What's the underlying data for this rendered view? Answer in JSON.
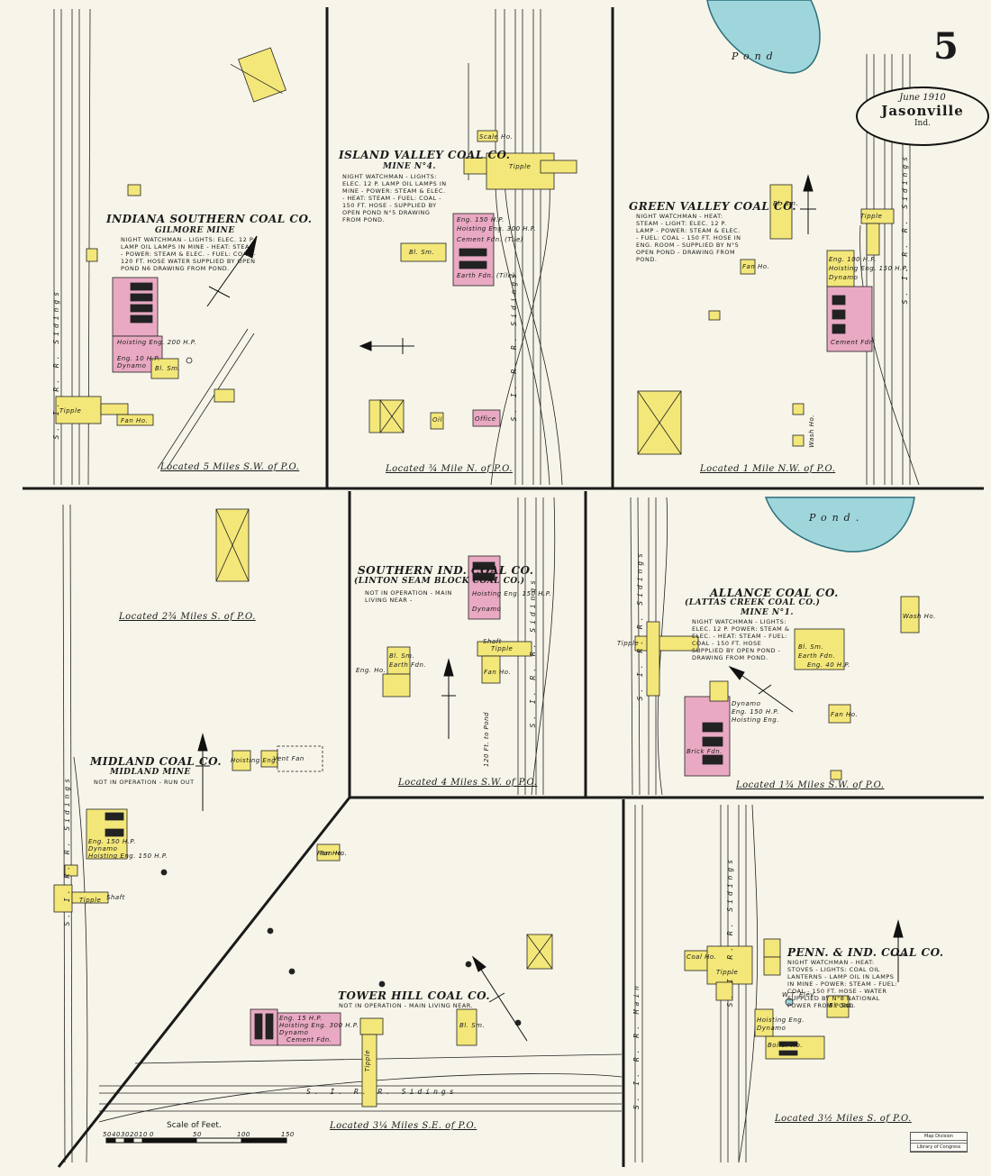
{
  "sheet": {
    "number": "5",
    "date": "June 1910",
    "city": "Jasonville",
    "state": "Ind.",
    "pond_label": "Pond",
    "pond_label_2": "Pond."
  },
  "colors": {
    "paper": "#f7f4e9",
    "frame": "#1a1a1a",
    "frame_building": "#f3e77a",
    "brick_building": "#e9a9c3",
    "water": "#9fd6dc"
  },
  "panels": {
    "indiana_southern": {
      "title": "Indiana Southern Coal Co.",
      "subtitle": "Gilmore Mine",
      "note": "Night Watchman - Lights: Elec. 12 P. Lamp  Oil Lamps in Mine - Heat: Steam - Power: Steam & Elec. - Fuel: Coal - 120 Ft. Hose  Water Supplied by Open Pond N6 Drawing From Pond.",
      "location": "Located 5 Miles S.W. of P.O.",
      "siding": "S. I. R. R. Sidings",
      "tipple": "Tipple",
      "labels": [
        "Hoisting Eng. 200 H.P.",
        "Eng. 10 H.P.",
        "Dynamo",
        "Bl. Sm.",
        "Fan Ho."
      ]
    },
    "island_valley": {
      "title": "Island Valley Coal Co.",
      "subtitle": "Mine N°4.",
      "note": "Night Watchman - Lights: Elec. 12 P. Lamp Oil Lamps in Mine - Power: Steam & Elec. - Heat: Steam - Fuel: Coal - 150 Ft. Hose - Supplied by Open Pond N°5 Drawing from Pond.",
      "location": "Located ¾ Mile N. of P.O.",
      "siding": "S. I. R. R. Sidings",
      "tipple": "Tipple",
      "labels": [
        "Eng. 150 H.P.",
        "Hoisting Eng. 300 H.P.",
        "Cement Fdn. (Tile)",
        "Earth Fdn. (Tile)",
        "Bl. Sm.",
        "Office",
        "Scale Ho.",
        "Oil"
      ]
    },
    "green_valley": {
      "title": "Green Valley Coal Co.",
      "note": "Night Watchman - Heat: Steam - Light: Elec. 12 P. Lamp - Power: Steam & Elec. - Fuel: Coal - 150 Ft. Hose in Eng. Room - Supplied by N°5 Open Pond - Drawing from Pond.",
      "location": "Located 1 Mile N.W. of P.O.",
      "siding": "S. I. R. R. Sidings",
      "tipple": "Tipple",
      "labels": [
        "Bl. Sm.",
        "Eng. 100 H.P.",
        "Hoisting Eng. 150 H.P.",
        "Dynamo",
        "Cement Fdn.",
        "Fan Ho.",
        "Wash Ho."
      ]
    },
    "fourth_site": {
      "location": "Located 2¾ Miles S. of P.O."
    },
    "southern_ind": {
      "title": "Southern Ind. Coal Co.",
      "subtitle": "(Linton Seam Block Coal Co.)",
      "note": "Not in Operation - Main Living Near -",
      "location": "Located 4 Miles S.W. of P.O.",
      "siding": "S. I. R. R. Sidings",
      "tipple": "Tipple",
      "labels": [
        "Hoisting Eng. 150 H.P.",
        "Dynamo",
        "Bl. Sm.",
        "Earth Fdn.",
        "Fan Ho.",
        "Eng. Ho.",
        "120 Ft. to Pond",
        "Shaft"
      ]
    },
    "allance": {
      "title": "Allance Coal Co.",
      "subtitle": "(Lattas Creek Coal Co.)",
      "subtitle2": "Mine N°1.",
      "note": "Night Watchman - Lights: Elec. 12 P. Power: Steam & Elec. - Heat: Steam - Fuel: Coal - 150 Ft. Hose Supplied by Open Pond - Drawing from Pond.",
      "location": "Located 1¾ Miles S.W. of P.O.",
      "siding": "S. I. R. R. Sidings",
      "tipple": "Tipple",
      "labels": [
        "Bl. Sm.",
        "Earth Fdn.",
        "Eng. 40 H.P.",
        "Dynamo",
        "Eng. 150 H.P.",
        "Hoisting Eng.",
        "Brick Fdn.",
        "Fan Ho.",
        "Wash Ho."
      ]
    },
    "midland": {
      "title": "Midland Coal Co.",
      "subtitle": "Midland Mine",
      "note": "Not in Operation - Run Out",
      "siding": "S. I. R. R. Sidings",
      "tipple": "Tipple",
      "labels": [
        "Eng. 150 H.P.",
        "Dynamo",
        "Hoisting Eng. 150 H.P.",
        "Hoisting Eng.",
        "Vent Fan",
        "Fan Ho.",
        "Shaft"
      ]
    },
    "tower_hill": {
      "title": "Tower Hill Coal Co.",
      "note": "Not in Operation - Main Living Near.",
      "location": "Located 3¼ Miles S.E. of P.O.",
      "siding": "S. I. R. R. Sidings",
      "tipple": "Tipple",
      "labels": [
        "Eng. 15 H.P.",
        "Hoisting Eng. 300 H.P.",
        "Dynamo",
        "Cement Fdn.",
        "Bl. Sm.",
        "Fan Ho."
      ]
    },
    "penn_ind": {
      "title": "Penn. & Ind. Coal Co.",
      "note": "Night Watchman - Heat: Stoves - Lights: Coal Oil Lanterns - Lamp Oil in Lamps in Mine - Power: Steam - Fuel: Coal - 150 Ft. Hose - Water Supplied by N°8 National Power from Pond.",
      "location": "Located 3½ Miles S. of P.O.",
      "siding": "S. I. R. R. Sidings",
      "siding_side": "S. I. R. R. Main",
      "tipple": "Tipple",
      "labels": [
        "Coal Ho.",
        "Bl. Sm.",
        "Hoisting Eng.",
        "Dynamo",
        "W.T. Elev.",
        "Boiler Ho."
      ]
    }
  },
  "scale": {
    "label": "Scale of Feet.",
    "ticks": [
      "50",
      "40",
      "30",
      "20",
      "10",
      "0",
      "50",
      "100",
      "150"
    ]
  },
  "stamp": [
    "Map Division",
    "",
    "Library of Congress"
  ]
}
